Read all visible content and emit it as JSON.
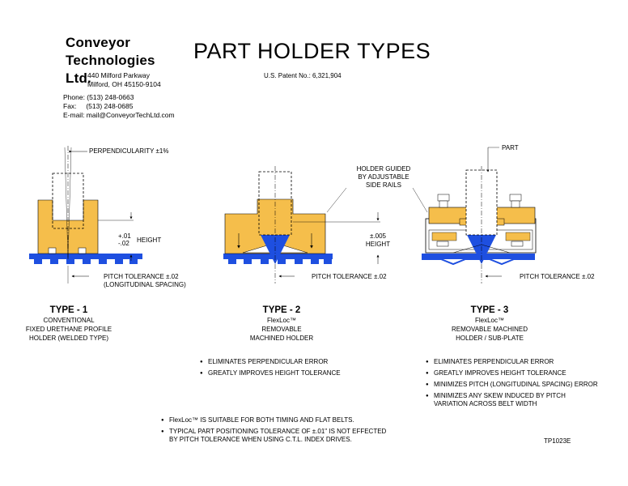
{
  "company": {
    "name_line1": "Conveyor",
    "name_line2": "Technologies",
    "name_line3": "Ltd.",
    "address1": "440 Milford Parkway",
    "address2": "Milford, OH 45150-9104",
    "phone": "Phone: (513) 248-0663",
    "fax": "Fax:     (513) 248-0685",
    "email": "E-mail: mail@ConveyorTechLtd.com"
  },
  "title": "PART HOLDER TYPES",
  "patent": "U.S. Patent No.: 6,321,904",
  "callouts": {
    "perpendicularity": "PERPENDICULARITY ±1%",
    "height1_plus": "+.01",
    "height1_minus": "-.02",
    "height1_label": "HEIGHT",
    "guided1": "HOLDER GUIDED",
    "guided2": "BY ADJUSTABLE",
    "guided3": "SIDE RAILS",
    "height2_tol": "±.005",
    "height2_label": "HEIGHT",
    "part": "PART",
    "pitch1a": "PITCH TOLERANCE ±.02",
    "pitch1b": "(LONGITUDINAL SPACING)",
    "pitch2": "PITCH TOLERANCE ±.02",
    "pitch3": "PITCH TOLERANCE ±.02"
  },
  "types": [
    {
      "heading": "TYPE - 1",
      "line1": "CONVENTIONAL",
      "line2": "FIXED URETHANE PROFILE",
      "line3": "HOLDER (WELDED TYPE)"
    },
    {
      "heading": "TYPE - 2",
      "line1": "FlexLoc™",
      "line2": "REMOVABLE",
      "line3": "MACHINED HOLDER"
    },
    {
      "heading": "TYPE - 3",
      "line1": "FlexLoc™",
      "line2": "REMOVABLE MACHINED",
      "line3": "HOLDER / SUB-PLATE"
    }
  ],
  "bullets_type2": [
    "ELIMINATES PERPENDICULAR ERROR",
    "GREATLY IMPROVES HEIGHT TOLERANCE"
  ],
  "bullets_type3": [
    "ELIMINATES PERPENDICULAR ERROR",
    "GREATLY IMPROVES HEIGHT TOLERANCE",
    "MINIMIZES PITCH (LONGITUDINAL SPACING) ERROR",
    "MINIMIZES ANY SKEW INDUCED BY PITCH",
    "VARIATION ACROSS BELT WIDTH"
  ],
  "notes": [
    "FlexLoc™ IS SUITABLE FOR BOTH TIMING AND FLAT BELTS.",
    "TYPICAL PART POSITIONING TOLERANCE OF ±.01\" IS NOT EFFECTED",
    "BY PITCH TOLERANCE WHEN USING C.T.L. INDEX DRIVES."
  ],
  "doc_code": "TP1023E",
  "colors": {
    "holder": "#F5BE4B",
    "belt": "#1E4FE0",
    "cone": "#1E4FE0",
    "line": "#000000"
  }
}
